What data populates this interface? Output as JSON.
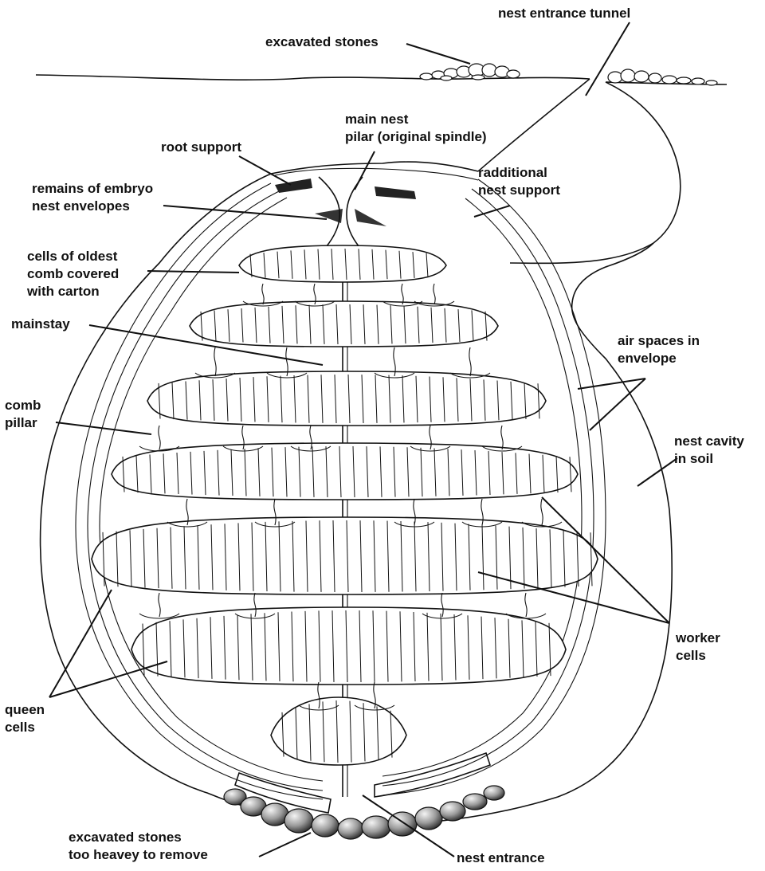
{
  "labels": {
    "nest_entrance_tunnel": "nest entrance tunnel",
    "excavated_stones": "excavated stones",
    "main_nest_pilar": [
      "main nest",
      "pilar (original spindle)"
    ],
    "root_support": "root support",
    "radditional_nest_support": [
      "radditional",
      "nest support"
    ],
    "remains_of_embryo": [
      "remains of embryo",
      "nest envelopes"
    ],
    "cells_of_oldest_comb": [
      "cells of oldest",
      "comb covered",
      "with carton"
    ],
    "mainstay": "mainstay",
    "air_spaces": [
      "air spaces in",
      "envelope"
    ],
    "comb_pillar": [
      "comb",
      "pillar"
    ],
    "nest_cavity": [
      "nest cavity",
      "in soil"
    ],
    "worker_cells": [
      "worker",
      "cells"
    ],
    "queen_cells": [
      "queen",
      "cells"
    ],
    "excavated_stones_heavy": [
      "excavated stones",
      "too heavey to remove"
    ],
    "nest_entrance": "nest entrance"
  },
  "colors": {
    "ink": "#111111",
    "stone_fill": "#555555",
    "background": "#ffffff"
  }
}
